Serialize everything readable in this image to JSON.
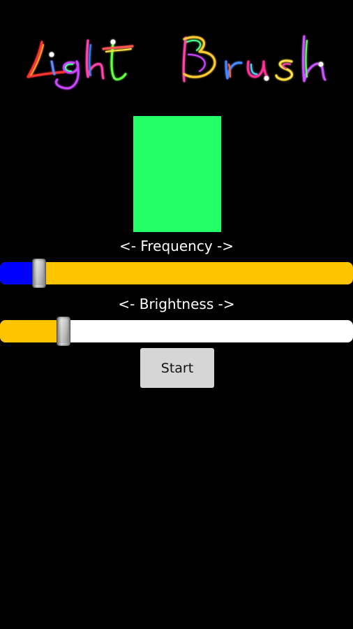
{
  "app": {
    "logo_text": "Light Brush"
  },
  "preview": {
    "color": "#22ff66"
  },
  "frequency": {
    "label": "<- Frequency ->",
    "value_fraction": 0.11,
    "fill_color": "#0000ff",
    "track_color": "#ffc400"
  },
  "brightness": {
    "label": "<- Brightness ->",
    "value_fraction": 0.18,
    "fill_color": "#ffc400",
    "track_color": "#ffffff"
  },
  "start_button": {
    "label": "Start"
  }
}
